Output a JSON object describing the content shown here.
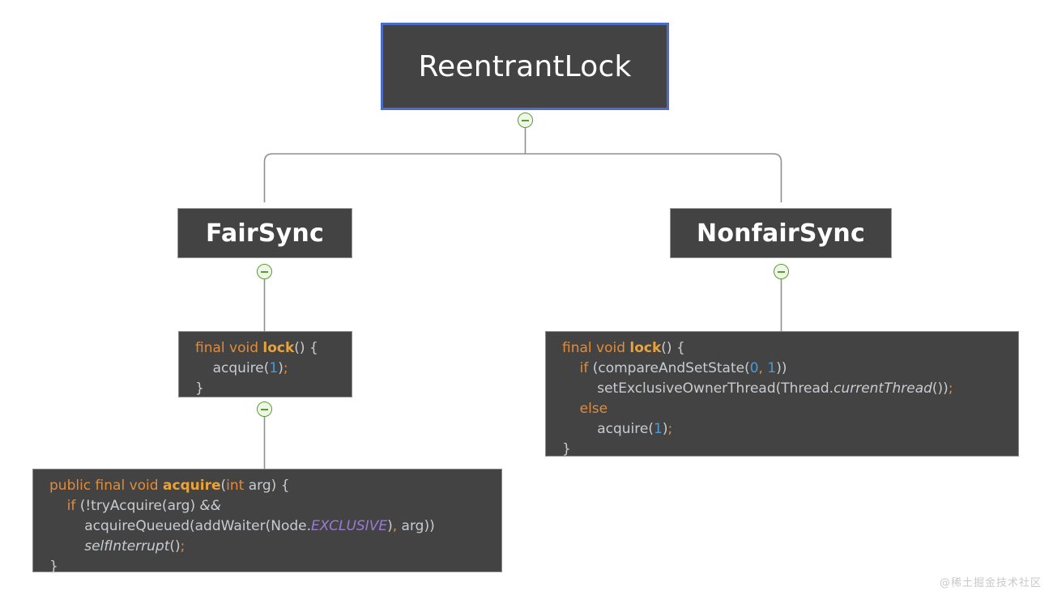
{
  "diagram": {
    "type": "class-hierarchy-tree",
    "accent_border_color": "#4a6ec8",
    "node_fill_color": "#434343",
    "toggle_color": "#5a9c32",
    "background_color": "#ffffff"
  },
  "nodes": {
    "root": {
      "label": "ReentrantLock"
    },
    "fairsync": {
      "label": "FairSync"
    },
    "nonfairsync": {
      "label": "NonfairSync"
    }
  },
  "toggles": {
    "root": "collapse-minus",
    "fairsync": "collapse-minus",
    "nonfairsync": "collapse-minus",
    "fair_lock": "collapse-minus"
  },
  "code": {
    "fair_lock": {
      "lines": [
        "final void lock() {",
        "    acquire(1);",
        "}"
      ]
    },
    "nonfair_lock": {
      "lines": [
        "final void lock() {",
        "    if (compareAndSetState(0, 1))",
        "        setExclusiveOwnerThread(Thread.currentThread());",
        "    else",
        "        acquire(1);",
        "}"
      ]
    },
    "acquire": {
      "lines": [
        "public final void acquire(int arg) {",
        "    if (!tryAcquire(arg) &&",
        "        acquireQueued(addWaiter(Node.EXCLUSIVE), arg))",
        "        selfInterrupt();",
        "}"
      ]
    }
  },
  "watermark": {
    "text": "@稀土掘金技术社区"
  }
}
